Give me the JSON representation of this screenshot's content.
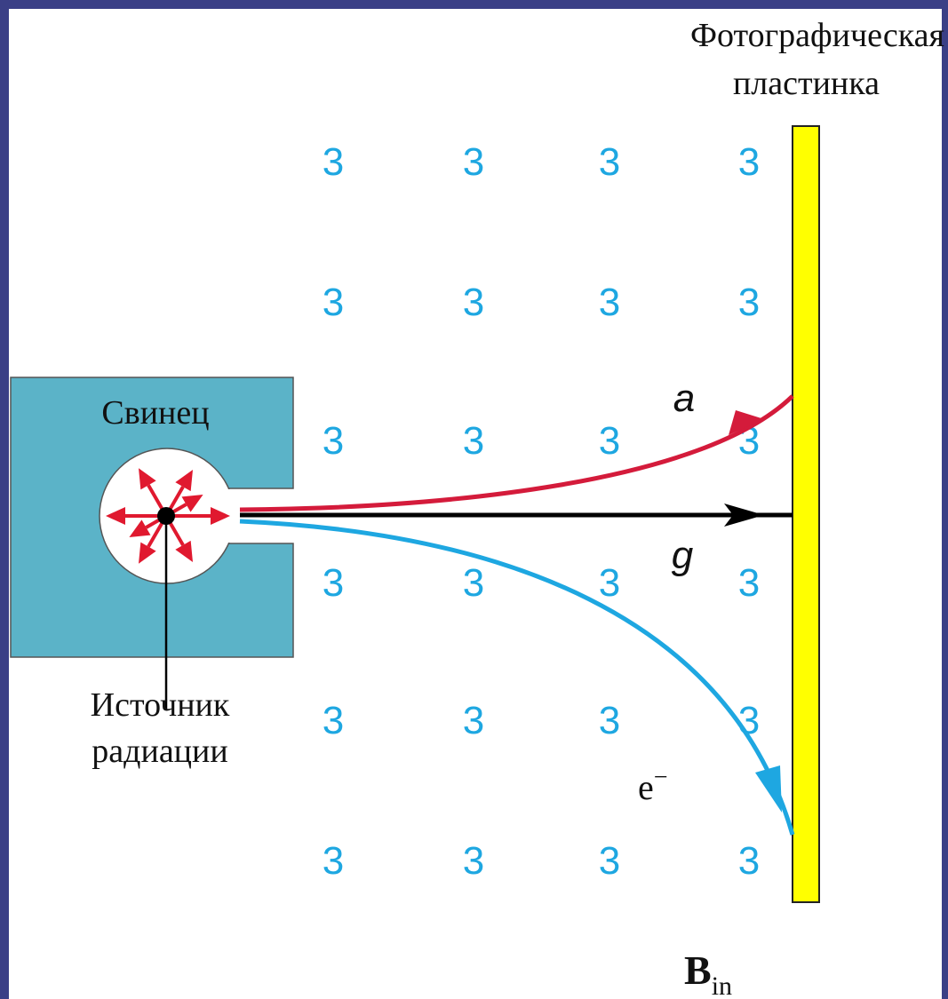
{
  "labels": {
    "plate_line1": "Фотографическая",
    "plate_line2": "пластинка",
    "lead": "Свинец",
    "source_line1": "Источник",
    "source_line2": "радиации",
    "alpha": "a",
    "gamma": "g",
    "electron": "e",
    "electron_sup": "−",
    "field_main": "B",
    "field_sub": "in"
  },
  "field_symbol": "3",
  "colors": {
    "background": "#3a3f86",
    "lead_block": "#5bb3c8",
    "plate": "#ffff00",
    "alpha_ray": "#d41b3b",
    "gamma_ray": "#000000",
    "beta_ray": "#1ea7e1",
    "field_symbol": "#1ea7e1",
    "source_arrows": "#e0192f"
  }
}
